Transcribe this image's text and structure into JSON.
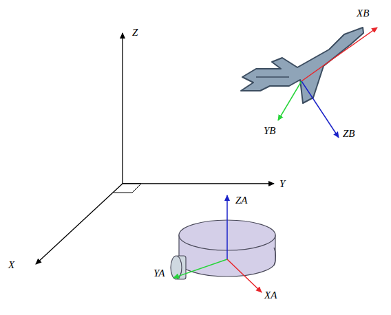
{
  "diagram": {
    "labels": [
      "Z",
      "Y",
      "X",
      "XB",
      "YB",
      "ZB",
      "ZA",
      "YA",
      "XA"
    ]
  }
}
